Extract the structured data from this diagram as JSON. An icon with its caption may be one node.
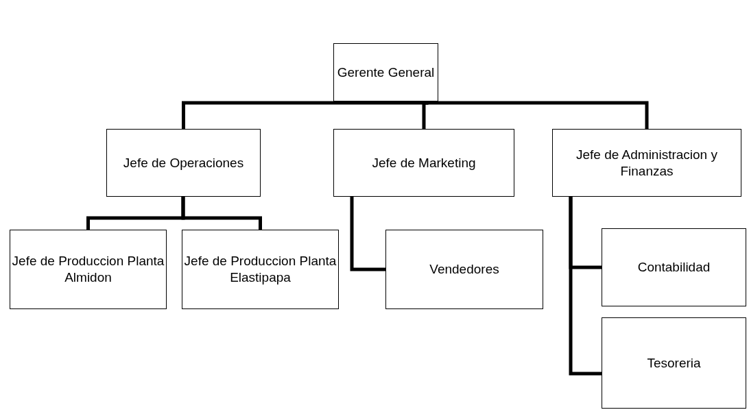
{
  "diagram": {
    "nodes": [
      {
        "text": [
          "Gerente General"
        ]
      },
      {
        "text": [
          "Jefe de Operaciones"
        ]
      },
      {
        "text": [
          "Jefe de Marketing"
        ]
      },
      {
        "text": [
          "Jefe de Administracion y Finanzas"
        ]
      },
      {
        "text": [
          "Jefe de Produccion Planta Almidon"
        ]
      },
      {
        "text": [
          "Jefe de Produccion Planta Elastipapa"
        ]
      },
      {
        "text": [
          "Vendedores"
        ]
      },
      {
        "text": [
          "Contabilidad"
        ]
      },
      {
        "text": [
          "Tesoreria"
        ]
      }
    ],
    "edges": [
      {
        "from": 0,
        "to": 1,
        "arrow": "none"
      },
      {
        "from": 0,
        "to": 2,
        "arrow": "none"
      },
      {
        "from": 0,
        "to": 3,
        "arrow": "none"
      },
      {
        "from": 1,
        "to": 4,
        "arrow": "none"
      },
      {
        "from": 1,
        "to": 5,
        "arrow": "none"
      },
      {
        "from": 2,
        "to": 6,
        "arrow": "none"
      },
      {
        "from": 3,
        "to": 7,
        "arrow": "none"
      },
      {
        "from": 3,
        "to": 8,
        "arrow": "none"
      }
    ]
  }
}
